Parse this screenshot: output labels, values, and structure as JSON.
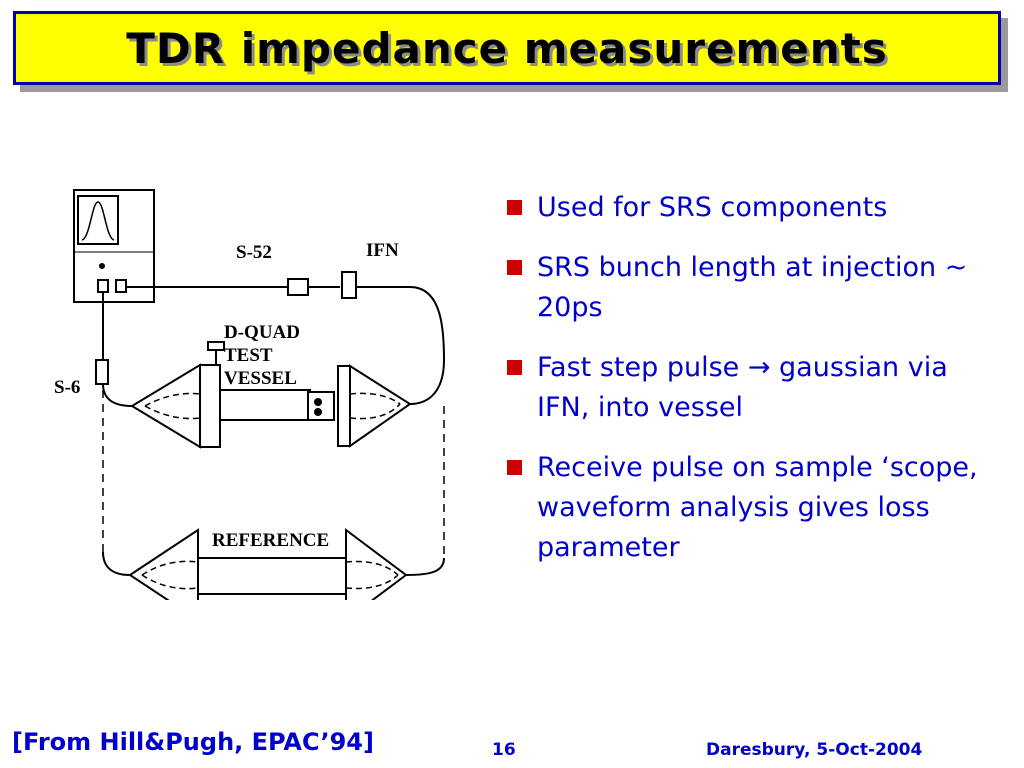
{
  "slide": {
    "title": "TDR impedance measurements",
    "bullets": [
      "Used for SRS components",
      "SRS bunch length at injection ~ 20ps",
      "Fast step pulse → gaussian via IFN, into vessel",
      "Receive pulse on sample ‘scope, waveform analysis gives loss parameter"
    ],
    "footer": {
      "citation": "[From Hill&Pugh, EPAC’94]",
      "page_number": "16",
      "venue_date": "Daresbury, 5-Oct-2004"
    }
  },
  "diagram": {
    "labels": {
      "cable_s52": "S-52",
      "ifn": "IFN",
      "s6": "S-6",
      "dquad_line1": "D-QUAD",
      "dquad_line2": "TEST",
      "dquad_line3": "VESSEL",
      "reference": "REFERENCE"
    }
  },
  "colors": {
    "title_background": "#ffff00",
    "title_border": "#0000aa",
    "text_blue": "#0000cc",
    "bullet_red": "#cc0000"
  }
}
